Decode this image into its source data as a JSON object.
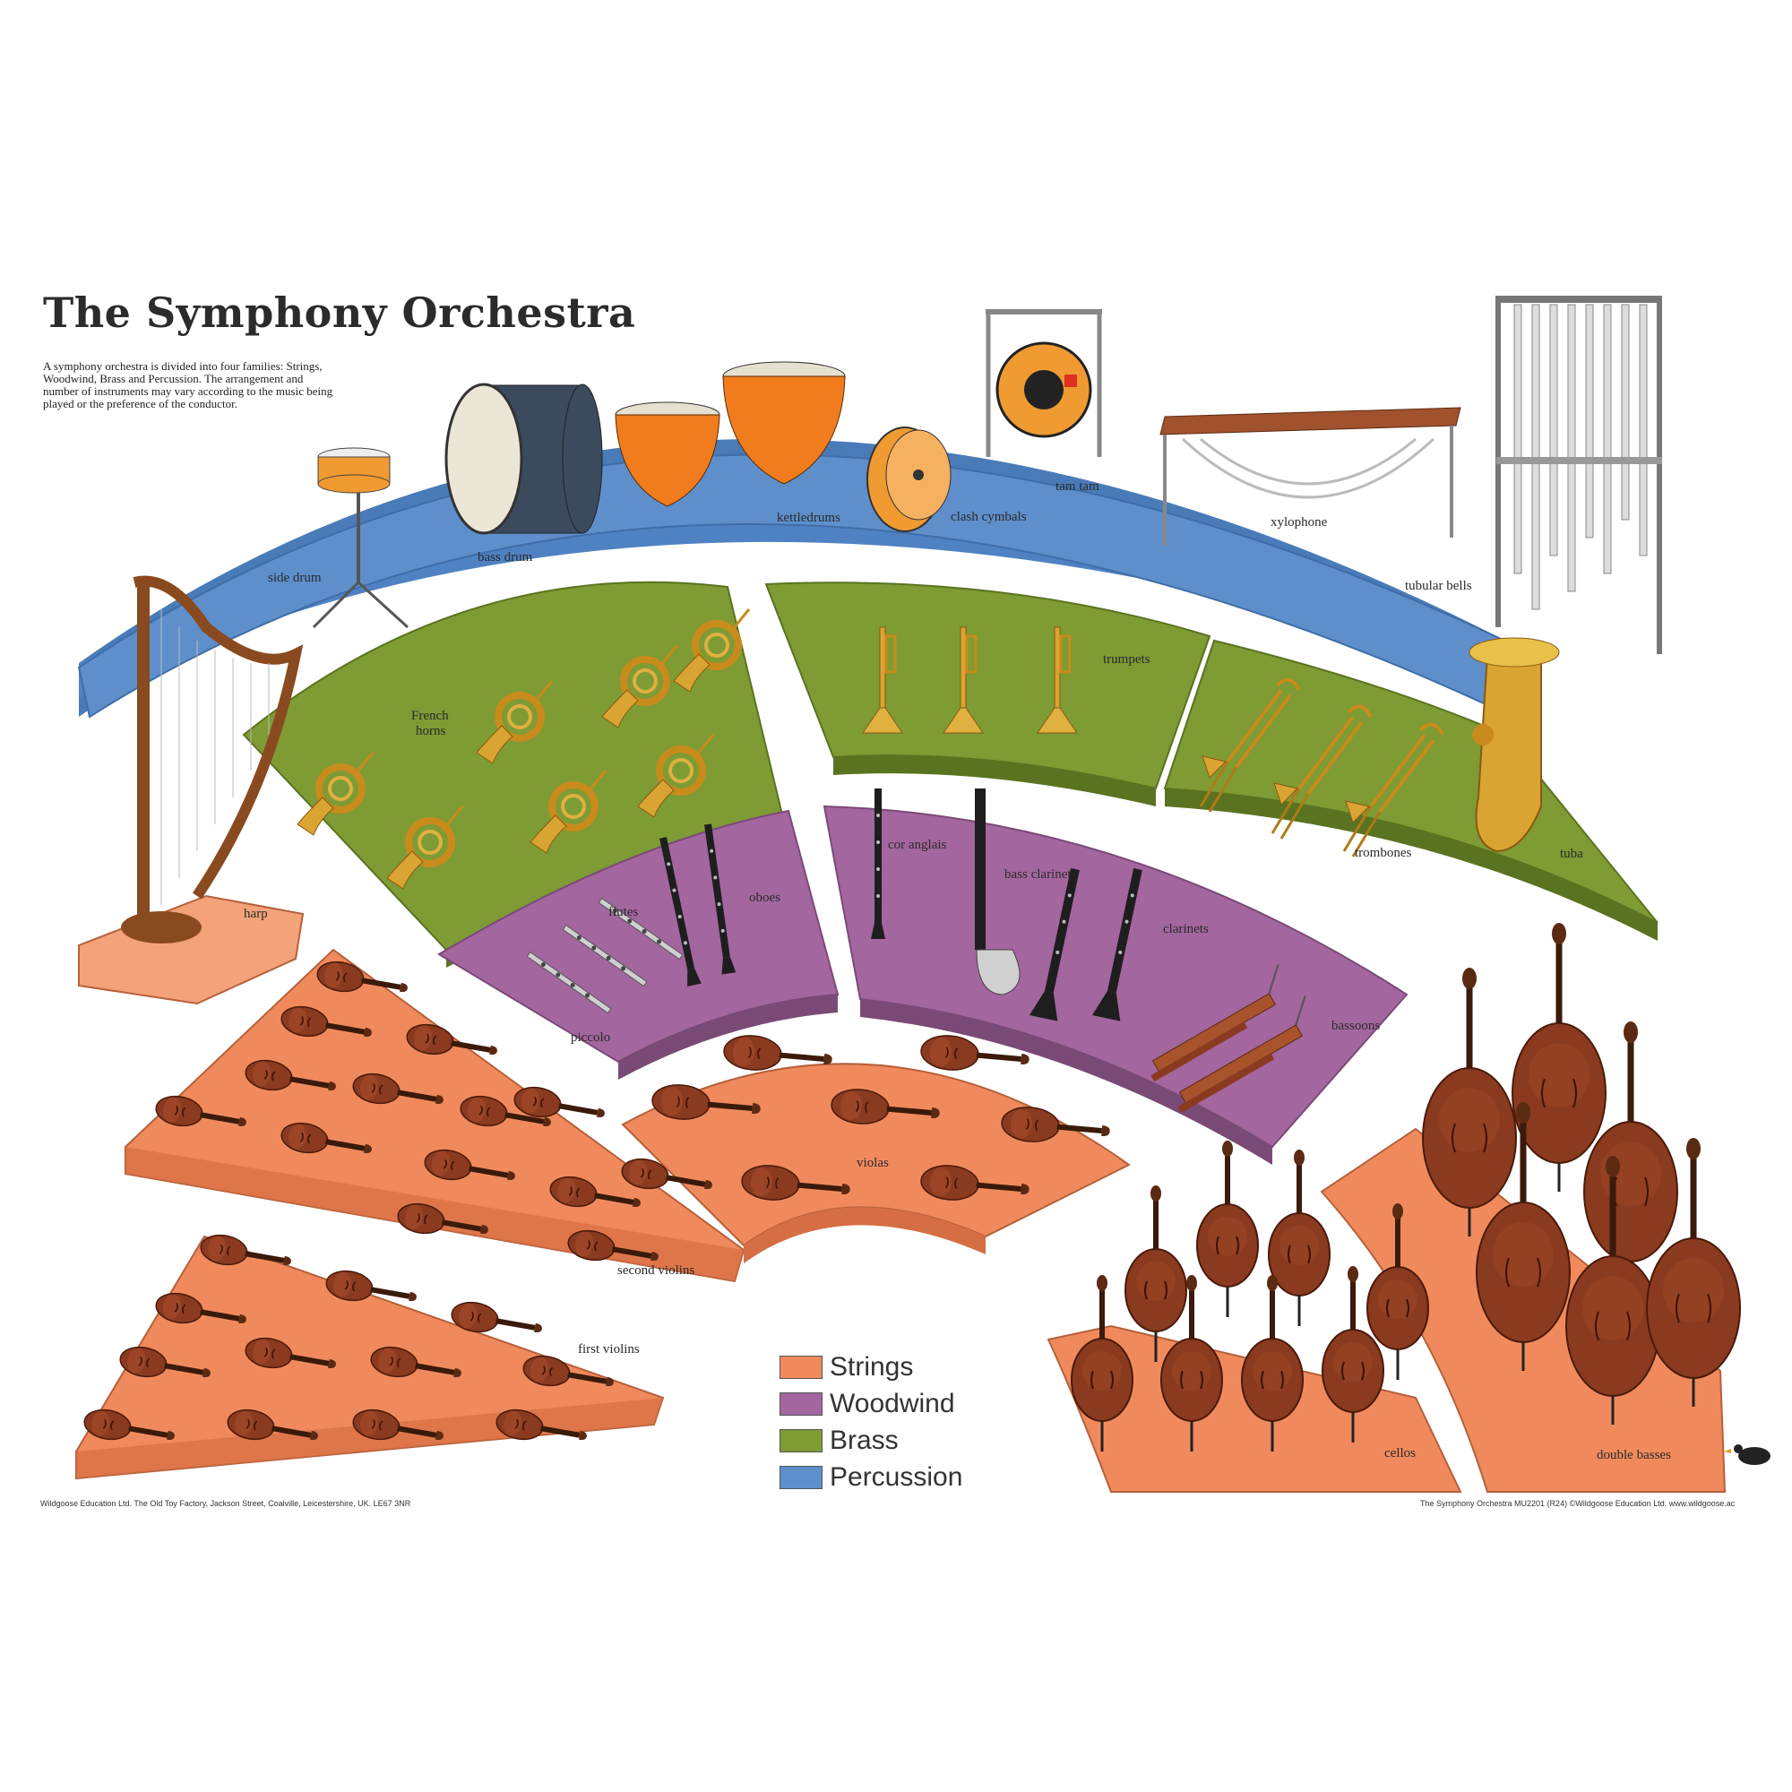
{
  "title": "The Symphony Orchestra",
  "intro": "A symphony orchestra is divided into four families: Strings, Woodwind, Brass and Percussion. The arrangement and number of instruments may vary according to the music being played or the preference of the conductor.",
  "labels": {
    "side_drum": "side drum",
    "bass_drum": "bass drum",
    "kettledrums": "kettledrums",
    "clash_cymbals": "clash cymbals",
    "tam_tam": "tam tam",
    "xylophone": "xylophone",
    "tubular_bells": "tubular bells",
    "french_horns_1": "French",
    "french_horns_2": "horns",
    "trumpets": "trumpets",
    "trombones": "trombones",
    "tuba": "tuba",
    "harp": "harp",
    "oboes": "oboes",
    "flutes": "flutes",
    "piccolo": "piccolo",
    "cor_anglais": "cor anglais",
    "bass_clarinet": "bass clarinet",
    "clarinets": "clarinets",
    "bassoons": "bassoons",
    "second_violins": "second violins",
    "first_violins": "first violins",
    "violas": "violas",
    "cellos": "cellos",
    "double_basses": "double basses"
  },
  "legend": [
    {
      "label": "Strings",
      "color": "#f08a5d"
    },
    {
      "label": "Woodwind",
      "color": "#a3669e"
    },
    {
      "label": "Brass",
      "color": "#7e9b34"
    },
    {
      "label": "Percussion",
      "color": "#5e8fcb"
    }
  ],
  "footer": {
    "left": "Wildgoose Education Ltd. The Old Toy Factory, Jackson Street, Coalville, Leicestershire, UK. LE67 3NR",
    "right": "The Symphony Orchestra MU2201 (R24) ©Wildgoose Education Ltd. www.wildgoose.ac"
  },
  "colors": {
    "strings": "#f08a5d",
    "woodwind": "#a3669e",
    "brass": "#7e9b34",
    "percussion": "#5e8fcb",
    "wood": "#8a3a1f",
    "gold": "#d9a431"
  }
}
